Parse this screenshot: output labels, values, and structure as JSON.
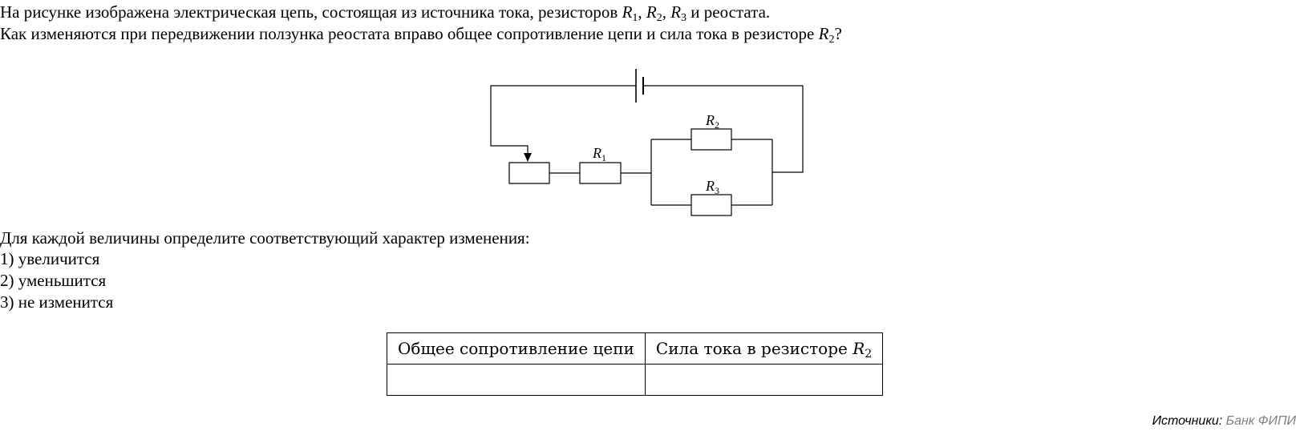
{
  "question": {
    "line1_text": "На рисунке изображена электрическая цепь, состоящая из источника тока, резисторов ",
    "line1_tail": " и реостата.",
    "line2_text": "Как изменяются при передвижении ползунка реостата вправо общее сопротивление цепи и сила тока в резисторе ",
    "line2_tail": "?",
    "symbol": "R",
    "sub1": "1",
    "sub2": "2",
    "sub3": "3",
    "sep": ", "
  },
  "circuit": {
    "labels": {
      "r1": "R1",
      "r2": "R2",
      "r3": "R3"
    }
  },
  "instructions": {
    "prompt": "Для каждой величины определите соответствующий характер изменения:",
    "options": [
      "1) увеличится",
      "2) уменьшится",
      "3) не изменится"
    ]
  },
  "table": {
    "col1_header": "Общее сопротивление цепи",
    "col2_header_text": "Сила тока в резисторе ",
    "col2_symbol": "R",
    "col2_sub": "2",
    "col1_value": "",
    "col2_value": ""
  },
  "footer": {
    "sources_label": "Источники:",
    "sources_value": "Банк ФИПИ"
  }
}
